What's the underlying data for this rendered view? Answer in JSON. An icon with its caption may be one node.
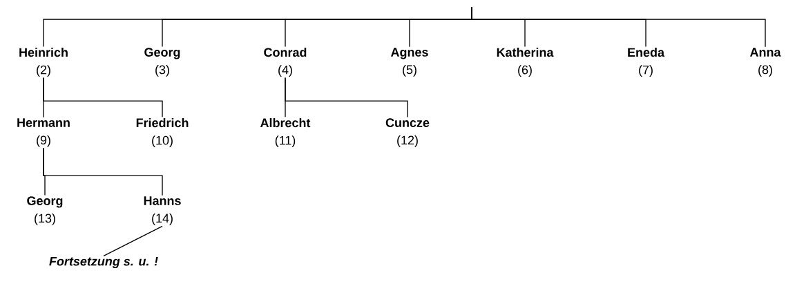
{
  "diagram": {
    "nodes": [
      {
        "text": [
          "Heinrich",
          "(2)"
        ]
      },
      {
        "text": [
          "Georg",
          "(3)"
        ]
      },
      {
        "text": [
          "Conrad",
          "(4)"
        ]
      },
      {
        "text": [
          "Agnes",
          "(5)"
        ]
      },
      {
        "text": [
          "Katherina",
          "(6)"
        ]
      },
      {
        "text": [
          "Eneda",
          "(7)"
        ]
      },
      {
        "text": [
          "Anna",
          "(8)"
        ]
      },
      {
        "text": [
          "Hermann",
          "(9)"
        ]
      },
      {
        "text": [
          "Friedrich",
          "(10)"
        ]
      },
      {
        "text": [
          "Albrecht",
          "(11)"
        ]
      },
      {
        "text": [
          "Cuncze",
          "(12)"
        ]
      },
      {
        "text": [
          "Georg",
          "(13)"
        ]
      },
      {
        "text": [
          "Hanns",
          "(14)"
        ]
      },
      {
        "text": [
          "Fortsetzung s. u. !"
        ]
      }
    ],
    "edges": [
      {
        "from": null,
        "to": 0,
        "arrow": "none"
      },
      {
        "from": null,
        "to": 1,
        "arrow": "none"
      },
      {
        "from": null,
        "to": 2,
        "arrow": "none"
      },
      {
        "from": null,
        "to": 3,
        "arrow": "none"
      },
      {
        "from": null,
        "to": 4,
        "arrow": "none"
      },
      {
        "from": null,
        "to": 5,
        "arrow": "none"
      },
      {
        "from": null,
        "to": 6,
        "arrow": "none"
      },
      {
        "from": 0,
        "to": 7,
        "arrow": "none"
      },
      {
        "from": 0,
        "to": 8,
        "arrow": "none"
      },
      {
        "from": 2,
        "to": 9,
        "arrow": "none"
      },
      {
        "from": 2,
        "to": 10,
        "arrow": "none"
      },
      {
        "from": 7,
        "to": 11,
        "arrow": "none"
      },
      {
        "from": 7,
        "to": 12,
        "arrow": "none"
      },
      {
        "from": 12,
        "to": 13,
        "arrow": "none"
      }
    ]
  }
}
